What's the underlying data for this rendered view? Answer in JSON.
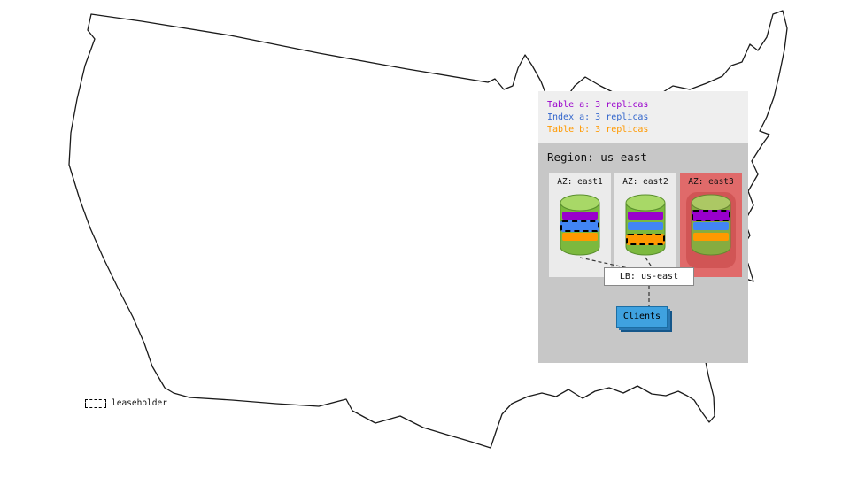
{
  "legend": {
    "items": [
      {
        "label": "Table a: 3 replicas",
        "color": "#9900cc"
      },
      {
        "label": "Index a: 3 replicas",
        "color": "#3366cc"
      },
      {
        "label": "Table b: 3 replicas",
        "color": "#ff9900"
      }
    ]
  },
  "region": {
    "title": "Region: us-east",
    "azs": [
      {
        "label": "AZ: east1",
        "status": "healthy",
        "leaseholder": "Index a"
      },
      {
        "label": "AZ: east2",
        "status": "healthy",
        "leaseholder": "Table b"
      },
      {
        "label": "AZ: east3",
        "status": "failed",
        "leaseholder": "Table a"
      }
    ],
    "lb_label": "LB: us-east",
    "clients_label": "Clients"
  },
  "map_legend": {
    "leaseholder_label": "leaseholder"
  },
  "colors": {
    "table_a_purple": "#9900cc",
    "index_a_blue": "#4285f4",
    "table_b_orange": "#ff9900",
    "cylinder_green": "#7cb93e",
    "cylinder_top_green": "#a8d867",
    "region_bg": "#c7c7c7",
    "legend_bg": "#efefef",
    "az_bg": "#ebebeb",
    "failed_az_bg": "#e06a6a",
    "clients_blue": "#3fa2e0"
  }
}
